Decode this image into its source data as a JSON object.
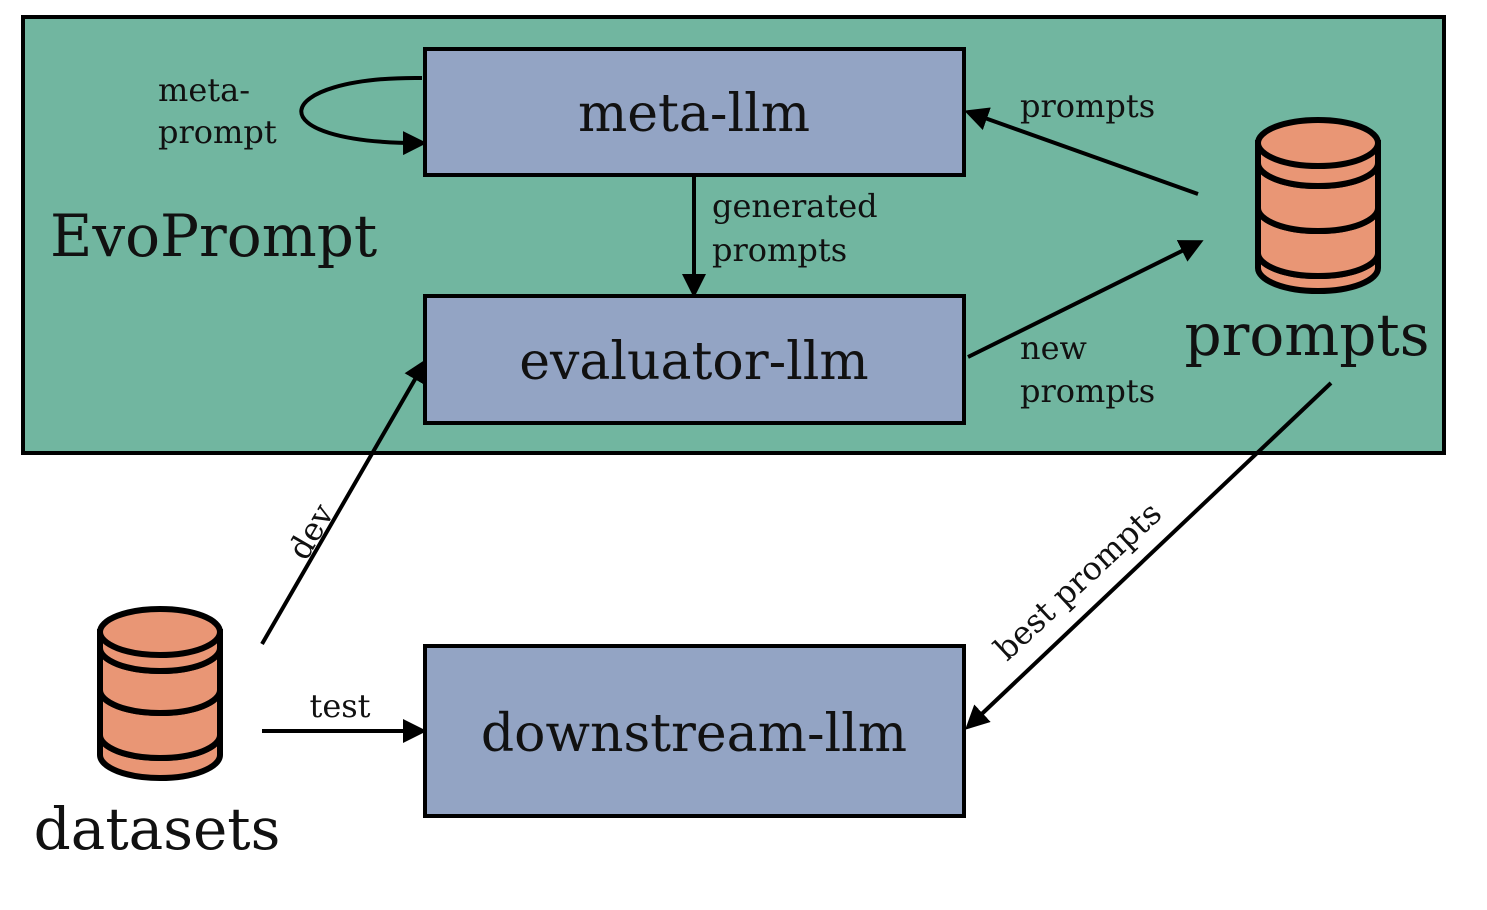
{
  "colors": {
    "container_fill": "#71b6a0",
    "box_fill": "#93a4c4",
    "database_fill": "#e99675",
    "stroke": "#000000",
    "background": "#ffffff"
  },
  "container": {
    "title": "EvoPrompt"
  },
  "boxes": {
    "meta_llm": "meta-llm",
    "evaluator_llm": "evaluator-llm",
    "downstream_llm": "downstream-llm"
  },
  "databases": {
    "prompts": "prompts",
    "datasets": "datasets"
  },
  "edges": {
    "meta_prompt_line1": "meta-",
    "meta_prompt_line2": "prompt",
    "generated_line1": "generated",
    "generated_line2": "prompts",
    "prompts_to_meta": "prompts",
    "new_line1": "new",
    "new_line2": "prompts",
    "dev": "dev",
    "test": "test",
    "best_prompts": "best prompts"
  }
}
